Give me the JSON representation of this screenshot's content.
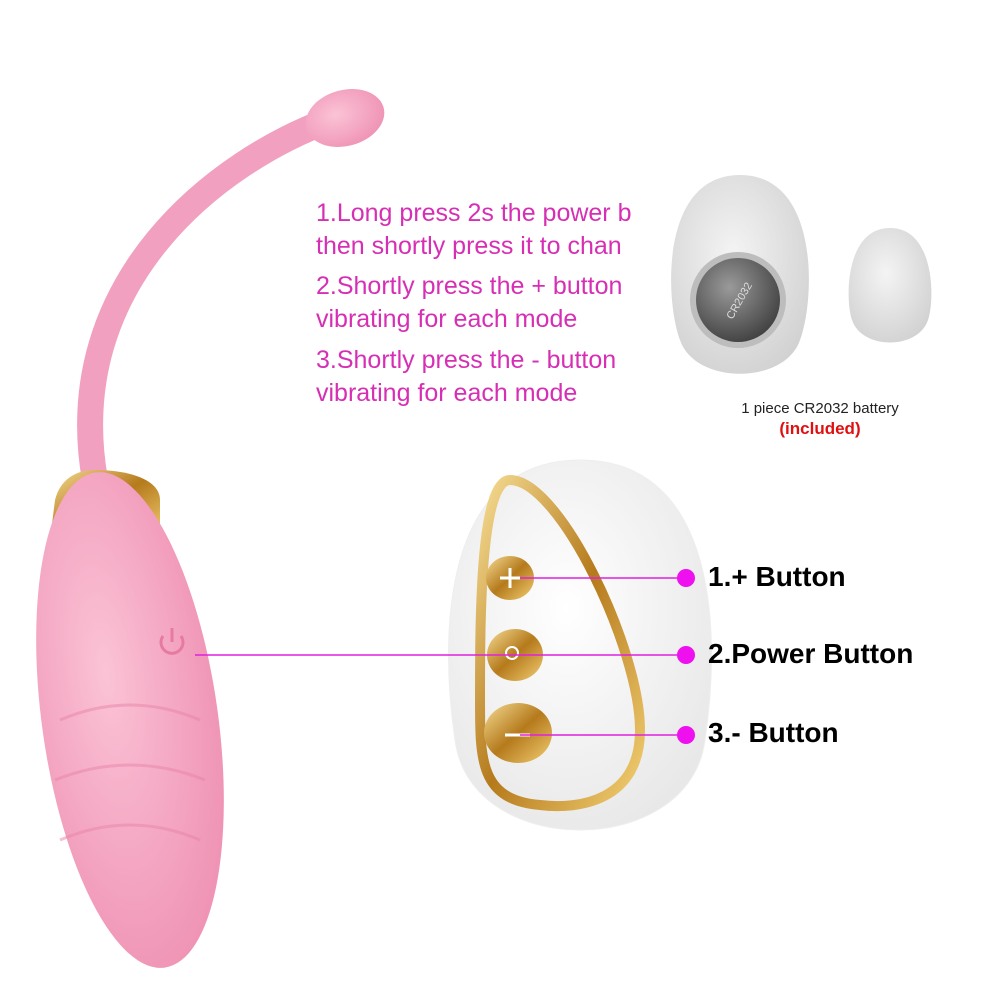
{
  "instructions": [
    {
      "line1": "1.Long press 2s the power b",
      "line2": "then shortly press it to chan"
    },
    {
      "line1": "2.Shortly press the + button",
      "line2": "vibrating for each mode"
    },
    {
      "line1": "3.Shortly press the - button",
      "line2": "vibrating for each mode"
    }
  ],
  "battery": {
    "description": "1 piece CR2032 battery",
    "included": "(included)",
    "coin_print": "CR2032"
  },
  "callouts": [
    {
      "label": "1.+ Button",
      "icon": "plus-icon"
    },
    {
      "label": "2.Power Button",
      "icon": "power-icon"
    },
    {
      "label": "3.- Button",
      "icon": "minus-icon"
    }
  ],
  "colors": {
    "instruction_text": "#d62fb4",
    "callout_line": "#e020e0",
    "included_text": "#e01010",
    "device_pink": "#f7a7c4",
    "gold": "#c9952e"
  }
}
